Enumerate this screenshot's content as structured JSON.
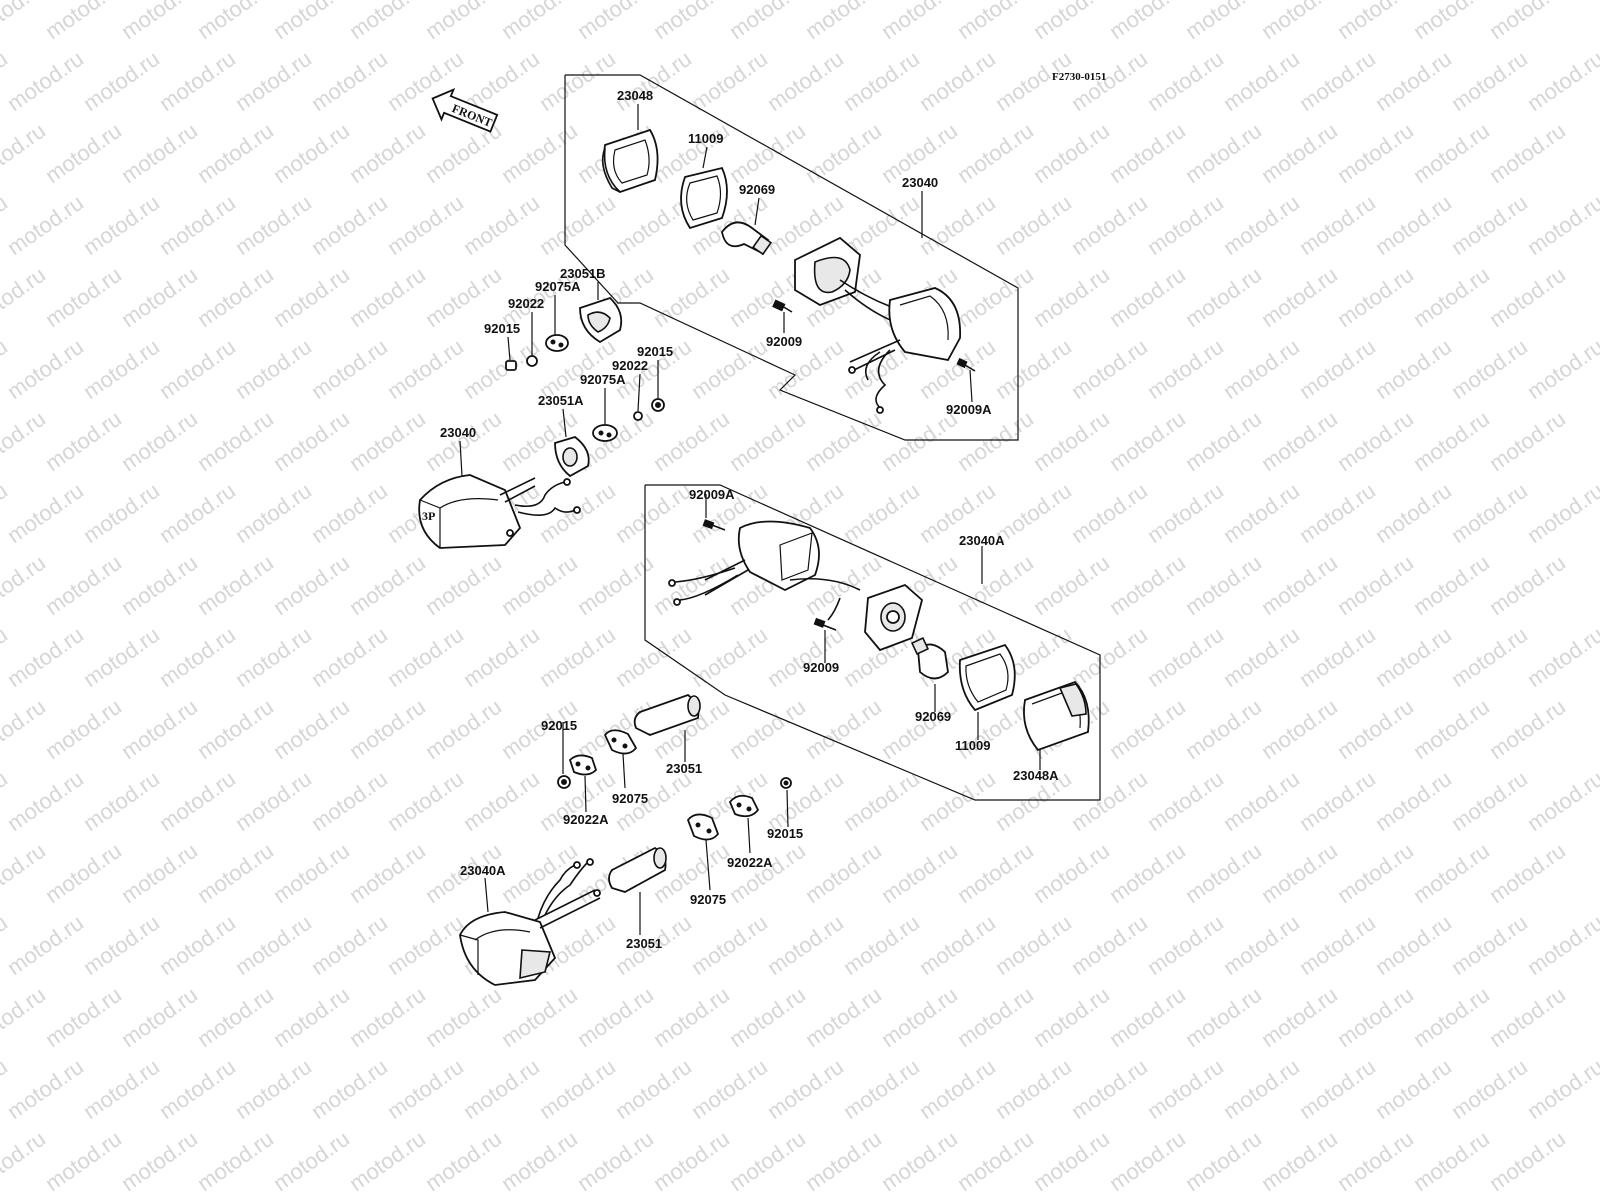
{
  "diagram_code": "F2730-0151",
  "front_arrow": {
    "label": "FRONT"
  },
  "watermark": {
    "text": "motod.ru"
  },
  "callouts": {
    "c23048": "23048",
    "c11009_top": "11009",
    "c23040_top": "23040",
    "c92069_top": "92069",
    "c23051B": "23051B",
    "c92075A_top": "92075A",
    "c92022_top": "92022",
    "c92015_top": "92015",
    "c92009_top": "92009",
    "c92015_mid": "92015",
    "c92022_mid": "92022",
    "c92075A_mid": "92075A",
    "c23051A": "23051A",
    "c92009A_top": "92009A",
    "c23040_left": "23040",
    "c92009A_mid": "92009A",
    "c23040A_top": "23040A",
    "c92009_mid": "92009",
    "c92069_low": "92069",
    "c11009_low": "11009",
    "c23048A": "23048A",
    "c92015_low": "92015",
    "c23051_mid": "23051",
    "c92075_mid": "92075",
    "c92022A_low": "92022A",
    "c92015_right": "92015",
    "c92022A_right": "92022A",
    "c92075_low": "92075",
    "c23040A_left": "23040A",
    "c23051_low": "23051"
  }
}
